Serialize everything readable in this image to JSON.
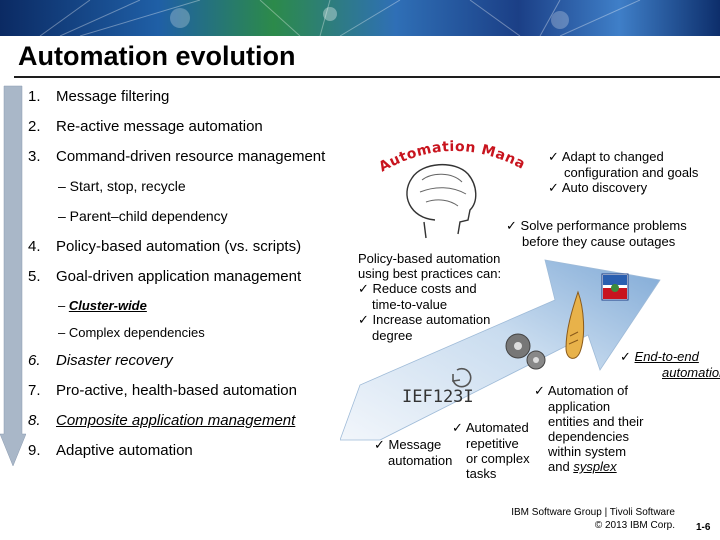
{
  "slide": {
    "title": "Automation evolution",
    "items": [
      {
        "num": "1.",
        "text": "Message filtering"
      },
      {
        "num": "2.",
        "text": "Re-active message automation"
      },
      {
        "num": "3.",
        "text": "Command-driven resource management"
      },
      {
        "num": "4.",
        "text": "Policy-based automation (vs. scripts)"
      },
      {
        "num": "5.",
        "text": "Goal-driven application management"
      },
      {
        "num": "6.",
        "text": "Disaster recovery"
      },
      {
        "num": "7.",
        "text": "Pro-active, health-based automation"
      },
      {
        "num": "8.",
        "text": "Composite application management"
      },
      {
        "num": "9.",
        "text": "Adaptive automation"
      }
    ],
    "subitems": {
      "start_stop": "– Start, stop, recycle",
      "parent_child": "– Parent–child dependency",
      "cluster_dash": "– ",
      "cluster_wide": "Cluster-wide",
      "complex": "– Complex dependencies"
    },
    "graphic": {
      "automation_manager": "Automation Manager",
      "ief_label": "IEF123I"
    },
    "callouts": {
      "check": "✓",
      "adapt_1": "Adapt to changed",
      "adapt_2": "configuration and goals",
      "auto_discovery": "Auto discovery",
      "solve_1": "Solve performance problems",
      "solve_2": "before they cause outages",
      "policy_1": "Policy-based automation",
      "policy_2": "using best practices can:",
      "reduce_1": "Reduce costs and",
      "reduce_2": "time-to-value",
      "increase_1": "Increase automation",
      "increase_2": "degree",
      "e2e_1": "End-to-end",
      "e2e_2": "automation",
      "app_1": "Automation of",
      "app_2": "application",
      "app_3": "entities and their",
      "app_4": "dependencies",
      "app_5": "within system",
      "app_6_pre": "and ",
      "app_6_link": "sysplex",
      "rep_1": "Automated",
      "rep_2": "repetitive",
      "rep_3": "or complex",
      "rep_4": "tasks",
      "msg_1": "Message",
      "msg_2": "automation"
    },
    "footer": {
      "line1": "IBM Software Group | Tivoli Software",
      "line2": "© 2013 IBM Corp.",
      "page": "1-6"
    }
  },
  "colors": {
    "arrow_left": "#a9b7c8",
    "arrow_right_light": "#dfeaf5",
    "arrow_right_mid": "#8fb4dc",
    "manager_red": "#c8141e"
  }
}
